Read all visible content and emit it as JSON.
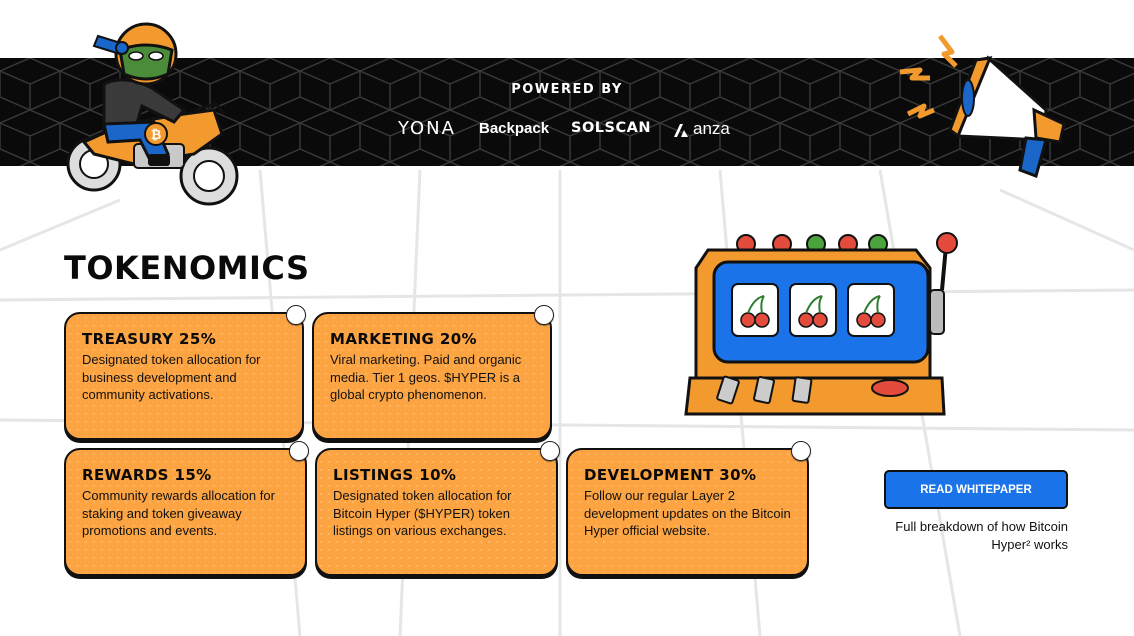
{
  "banner": {
    "powered_by": "POWERED BY",
    "partners": [
      "YONA",
      "Backpack",
      "SOLSCAN",
      "anza"
    ]
  },
  "section": {
    "title": "TOKENOMICS"
  },
  "cards": [
    {
      "title": "TREASURY 25%",
      "body": "Designated token allocation for business development and community activations."
    },
    {
      "title": "MARKETING 20%",
      "body": "Viral marketing. Paid and organic media. Tier 1 geos. $HYPER is a global crypto phenomenon."
    },
    {
      "title": "REWARDS 15%",
      "body": "Community rewards allocation for staking and token giveaway promotions and events."
    },
    {
      "title": "LISTINGS 10%",
      "body": "Designated token allocation for Bitcoin Hyper ($HYPER) token listings on various exchanges."
    },
    {
      "title": "DEVELOPMENT 30%",
      "body": "Follow our regular Layer 2 development updates on the Bitcoin Hyper official website."
    }
  ],
  "cta": {
    "label": "READ WHITEPAPER",
    "note": "Full breakdown of how Bitcoin Hyper² works"
  },
  "colors": {
    "card": "#fda442",
    "button": "#1a73e8",
    "banner": "#0a0a0a"
  },
  "icons": [
    "hyper-rider-mascot",
    "megaphone-icon",
    "slot-machine-icon",
    "cherry-icon",
    "bitcoin-icon",
    "anza-logo-icon"
  ]
}
